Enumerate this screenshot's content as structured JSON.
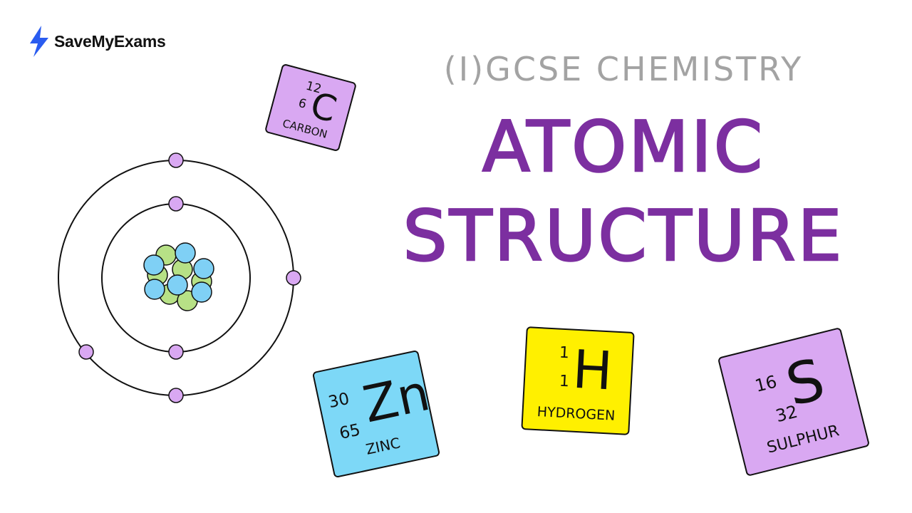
{
  "brand": {
    "name": "SaveMyExams",
    "logo_icon": "lightning-bolt-icon",
    "logo_color": "#2a5cf0"
  },
  "heading": {
    "subtitle": "(I)GCSE CHEMISTRY",
    "title_line1": "ATOMIC",
    "title_line2": "STRUCTURE"
  },
  "colors": {
    "title": "#7c2fa0",
    "subtitle": "#a3a3a3",
    "electron": "#d9a8f2",
    "proton": "#7fd0f5",
    "neutron": "#b7e186"
  },
  "elements": [
    {
      "key": "carbon",
      "top_number": "12",
      "bottom_number": "6",
      "symbol": "C",
      "name": "CARBON",
      "color": "#d9a8f2"
    },
    {
      "key": "zinc",
      "top_number": "30",
      "bottom_number": "65",
      "symbol": "Zn",
      "name": "ZINC",
      "color": "#7dd8f7"
    },
    {
      "key": "hydrogen",
      "top_number": "1",
      "bottom_number": "1",
      "symbol": "H",
      "name": "HYDROGEN",
      "color": "#fff000"
    },
    {
      "key": "sulphur",
      "top_number": "16",
      "bottom_number": "32",
      "symbol": "S",
      "name": "SULPHUR",
      "color": "#d9a8f2"
    }
  ]
}
